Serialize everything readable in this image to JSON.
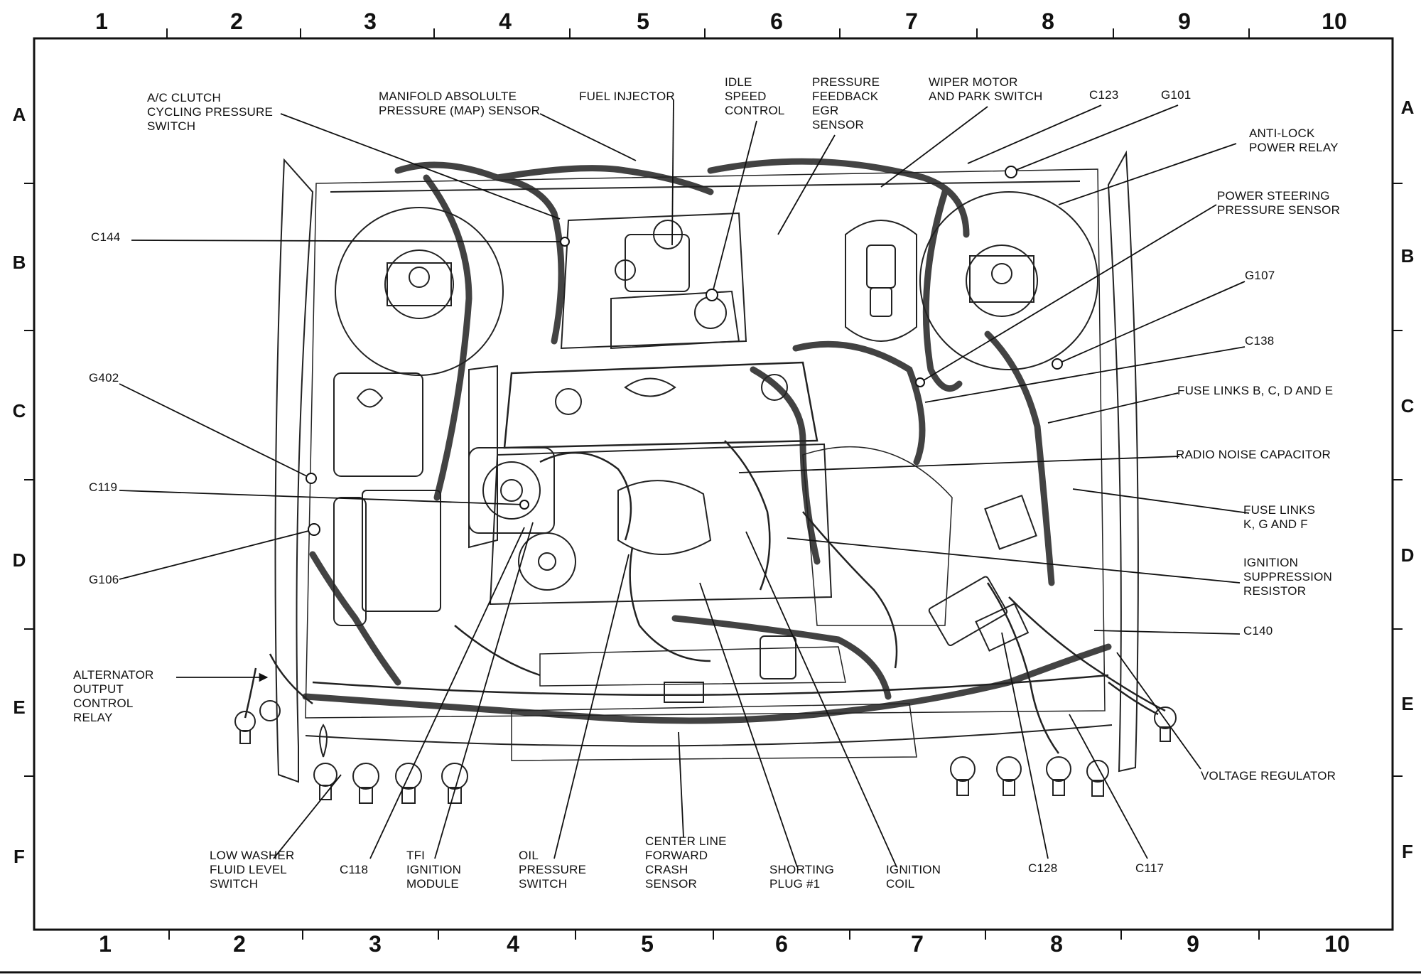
{
  "grid": {
    "columns": [
      "1",
      "2",
      "3",
      "4",
      "5",
      "6",
      "7",
      "8",
      "9",
      "10"
    ],
    "rows": [
      "A",
      "B",
      "C",
      "D",
      "E",
      "F"
    ]
  },
  "labels": {
    "ac_clutch": "A/C CLUTCH\nCYCLING PRESSURE\nSWITCH",
    "map_sensor": "MANIFOLD ABSOLULTE\nPRESSURE (MAP) SENSOR",
    "fuel_injector": "FUEL INJECTOR",
    "idle_speed": "IDLE\nSPEED\nCONTROL",
    "pressure_feedback": "PRESSURE\nFEEDBACK\nEGR\nSENSOR",
    "wiper_motor": "WIPER MOTOR\nAND PARK SWITCH",
    "c123": "C123",
    "g101": "G101",
    "antilock": "ANTI-LOCK\nPOWER RELAY",
    "power_steering": "POWER STEERING\nPRESSURE SENSOR",
    "c144": "C144",
    "g107": "G107",
    "c138": "C138",
    "g402": "G402",
    "fuse_links_bcde": "FUSE LINKS B, C, D AND E",
    "radio_noise": "RADIO NOISE CAPACITOR",
    "c119": "C119",
    "fuse_links_kgf": "FUSE LINKS\nK, G AND F",
    "g106": "G106",
    "ignition_suppression": "IGNITION\nSUPPRESSION\nRESISTOR",
    "c140": "C140",
    "alternator": "ALTERNATOR\nOUTPUT\nCONTROL\nRELAY",
    "voltage_regulator": "VOLTAGE REGULATOR",
    "low_washer": "LOW WASHER\nFLUID LEVEL\nSWITCH",
    "c118": "C118",
    "tfi": "TFI\nIGNITION\nMODULE",
    "oil_pressure": "OIL\nPRESSURE\nSWITCH",
    "center_line": "CENTER LINE\nFORWARD\nCRASH\nSENSOR",
    "shorting_plug": "SHORTING\nPLUG #1",
    "ignition_coil": "IGNITION\nCOIL",
    "c128": "C128",
    "c117": "C117"
  }
}
